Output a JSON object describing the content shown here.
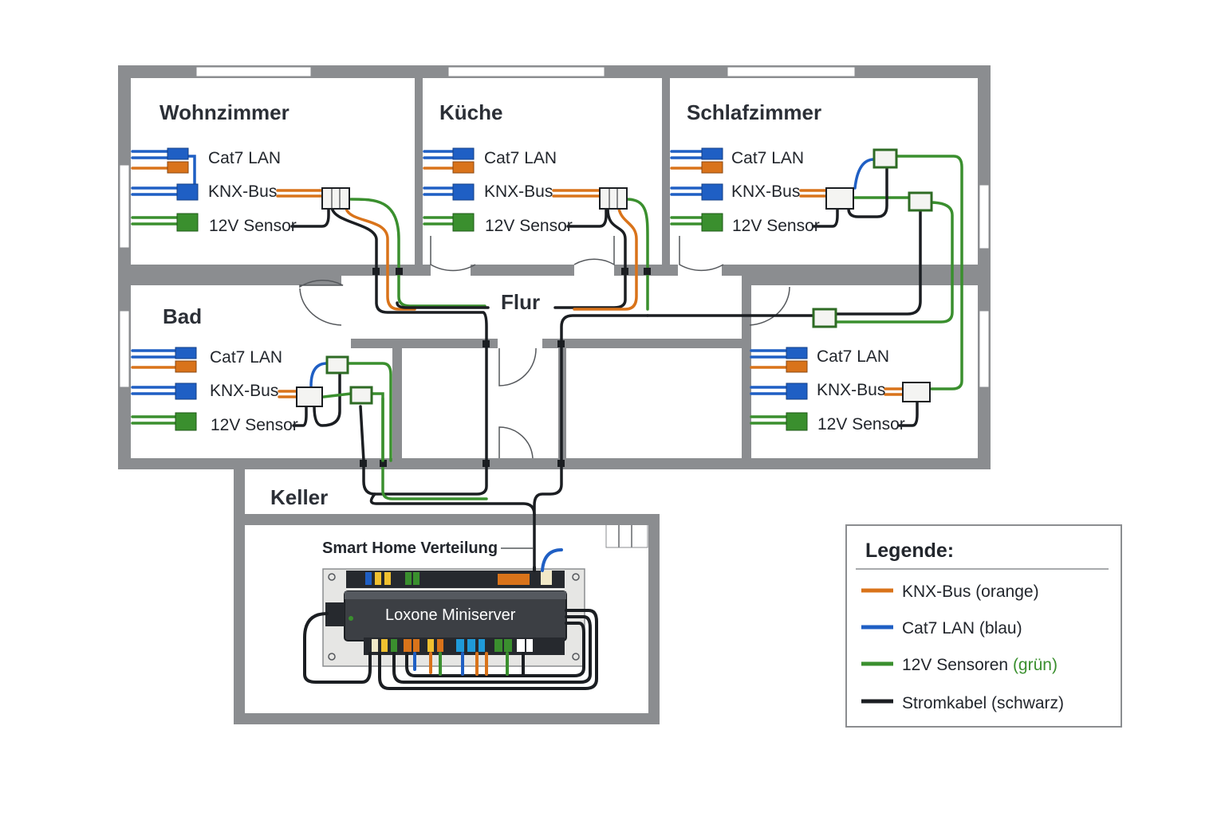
{
  "colors": {
    "knx": "#d9731a",
    "lan": "#1f5fc4",
    "sensor": "#3a8f2e",
    "power": "#1b1e22",
    "wall": "#8b8d90",
    "floor": "#ffffff"
  },
  "rooms": {
    "wohnzimmer": {
      "title": "Wohnzimmer",
      "cat7": "Cat7 LAN",
      "knx": "KNX-Bus",
      "sensor": "12V Sensor"
    },
    "kueche": {
      "title": "Küche",
      "cat7": "Cat7 LAN",
      "knx": "KNX-Bus",
      "sensor": "12V Sensor"
    },
    "schlafzimmer": {
      "title": "Schlafzimmer",
      "cat7": "Cat7 LAN",
      "knx": "KNX-Bus",
      "sensor": "12V Sensor"
    },
    "bad": {
      "title": "Bad",
      "cat7": "Cat7 LAN",
      "knx": "KNX-Bus",
      "sensor": "12V Sensor"
    },
    "flur": {
      "title": "Flur"
    },
    "room5": {
      "cat7": "Cat7 LAN",
      "knx": "KNX-Bus",
      "sensor": "12V Sensor"
    },
    "keller": {
      "title": "Keller",
      "cabinet": "Smart Home Verteilung",
      "miniserver": "Loxone Miniserver"
    }
  },
  "legend": {
    "title": "Legende:",
    "items": [
      {
        "label": "KNX-Bus (orange)",
        "color": "#d9731a"
      },
      {
        "label": "Cat7 LAN (blau)",
        "color": "#1f5fc4"
      },
      {
        "label_main": "12V Sensoren ",
        "label_accent": "(grün)",
        "color": "#3a8f2e"
      },
      {
        "label": "Stromkabel (schwarz)",
        "color": "#1b1e22"
      }
    ]
  }
}
